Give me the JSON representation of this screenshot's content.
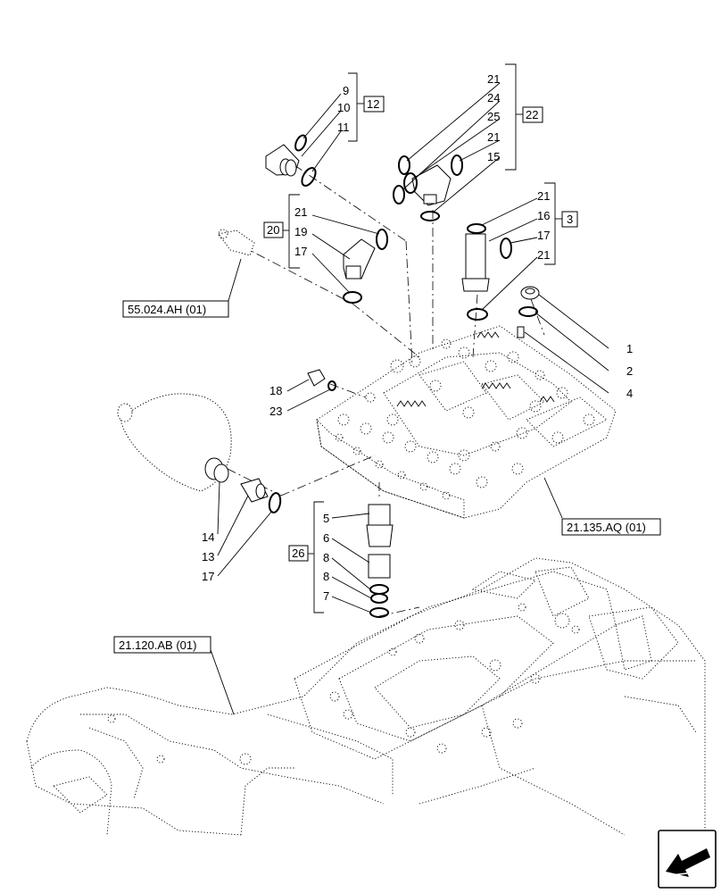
{
  "callouts": [
    {
      "id": "c9",
      "text": "9"
    },
    {
      "id": "c10",
      "text": "10"
    },
    {
      "id": "c11",
      "text": "11"
    },
    {
      "id": "c21a",
      "text": "21"
    },
    {
      "id": "c24",
      "text": "24"
    },
    {
      "id": "c25",
      "text": "25"
    },
    {
      "id": "c21b",
      "text": "21"
    },
    {
      "id": "c15",
      "text": "15"
    },
    {
      "id": "c21c",
      "text": "21"
    },
    {
      "id": "c19",
      "text": "19"
    },
    {
      "id": "c17a",
      "text": "17"
    },
    {
      "id": "c21d",
      "text": "21"
    },
    {
      "id": "c16",
      "text": "16"
    },
    {
      "id": "c17b",
      "text": "17"
    },
    {
      "id": "c21e",
      "text": "21"
    },
    {
      "id": "c1",
      "text": "1"
    },
    {
      "id": "c2",
      "text": "2"
    },
    {
      "id": "c4",
      "text": "4"
    },
    {
      "id": "c18",
      "text": "18"
    },
    {
      "id": "c23",
      "text": "23"
    },
    {
      "id": "c5",
      "text": "5"
    },
    {
      "id": "c6",
      "text": "6"
    },
    {
      "id": "c8a",
      "text": "8"
    },
    {
      "id": "c8b",
      "text": "8"
    },
    {
      "id": "c7",
      "text": "7"
    },
    {
      "id": "c14",
      "text": "14"
    },
    {
      "id": "c13",
      "text": "13"
    },
    {
      "id": "c17c",
      "text": "17"
    }
  ],
  "groups": [
    {
      "id": "g12",
      "text": "12"
    },
    {
      "id": "g22",
      "text": "22"
    },
    {
      "id": "g20",
      "text": "20"
    },
    {
      "id": "g3",
      "text": "3"
    },
    {
      "id": "g26",
      "text": "26"
    }
  ],
  "references": [
    {
      "id": "r1",
      "text": "55.024.AH (01)"
    },
    {
      "id": "r2",
      "text": "21.135.AQ (01)"
    },
    {
      "id": "r3",
      "text": "21.120.AB (01)"
    }
  ],
  "icons": {
    "nav": "arrow-icon"
  }
}
